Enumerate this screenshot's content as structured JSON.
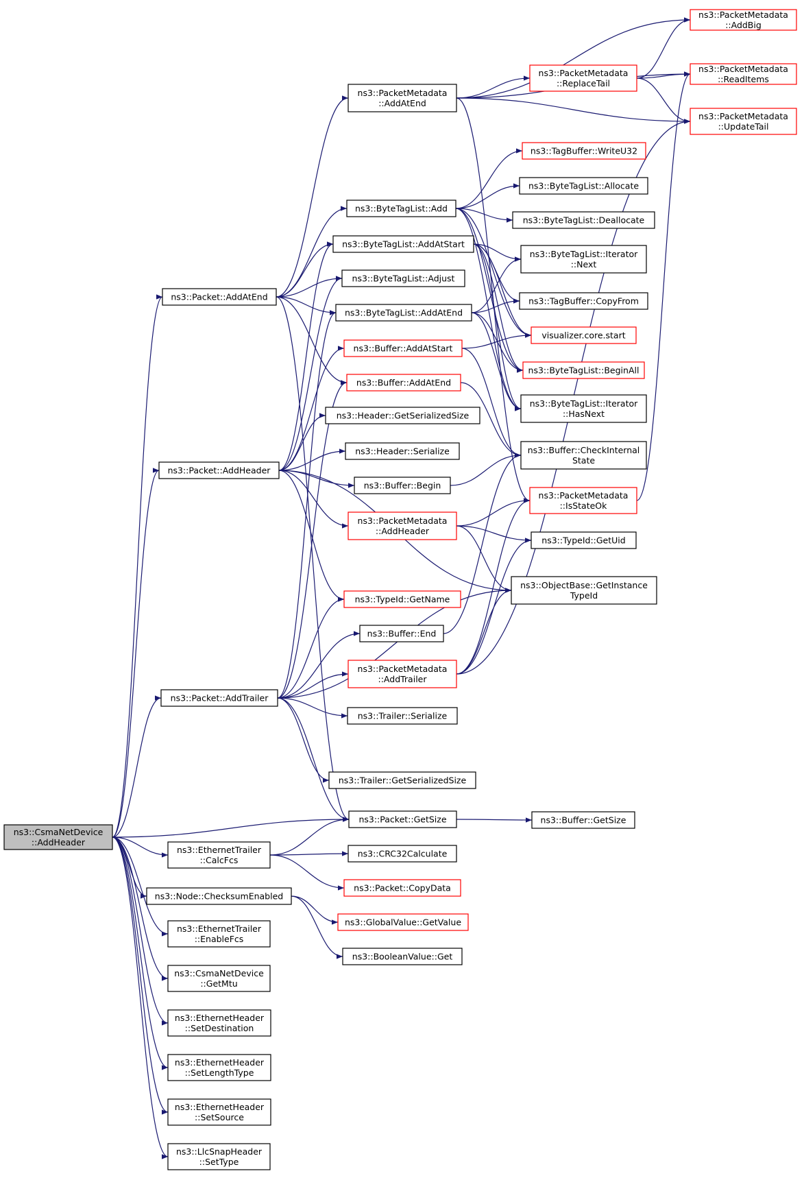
{
  "colors": {
    "edge": "#191970",
    "node_border": "#000000",
    "node_border_truncated": "#ff0000",
    "node_fill": "#ffffff",
    "root_fill": "#bfbfbf"
  },
  "nodes": [
    {
      "id": "root",
      "lines": [
        "ns3::CsmaNetDevice",
        "::AddHeader"
      ],
      "kind": "root"
    },
    {
      "id": "pkt_addatend",
      "lines": [
        "ns3::Packet::AddAtEnd"
      ],
      "kind": "normal"
    },
    {
      "id": "pkt_addheader",
      "lines": [
        "ns3::Packet::AddHeader"
      ],
      "kind": "normal"
    },
    {
      "id": "pkt_addtrailer",
      "lines": [
        "ns3::Packet::AddTrailer"
      ],
      "kind": "normal"
    },
    {
      "id": "pkt_getsize",
      "lines": [
        "ns3::Packet::GetSize"
      ],
      "kind": "normal"
    },
    {
      "id": "eth_calcfcs",
      "lines": [
        "ns3::EthernetTrailer",
        "::CalcFcs"
      ],
      "kind": "normal"
    },
    {
      "id": "node_checksum",
      "lines": [
        "ns3::Node::ChecksumEnabled"
      ],
      "kind": "normal"
    },
    {
      "id": "eth_enablefcs",
      "lines": [
        "ns3::EthernetTrailer",
        "::EnableFcs"
      ],
      "kind": "normal"
    },
    {
      "id": "csma_getmtu",
      "lines": [
        "ns3::CsmaNetDevice",
        "::GetMtu"
      ],
      "kind": "normal"
    },
    {
      "id": "eh_setdest",
      "lines": [
        "ns3::EthernetHeader",
        "::SetDestination"
      ],
      "kind": "normal"
    },
    {
      "id": "eh_setlen",
      "lines": [
        "ns3::EthernetHeader",
        "::SetLengthType"
      ],
      "kind": "normal"
    },
    {
      "id": "eh_setsrc",
      "lines": [
        "ns3::EthernetHeader",
        "::SetSource"
      ],
      "kind": "normal"
    },
    {
      "id": "llc_settype",
      "lines": [
        "ns3::LlcSnapHeader",
        "::SetType"
      ],
      "kind": "normal"
    },
    {
      "id": "pm_addatend",
      "lines": [
        "ns3::PacketMetadata",
        "::AddAtEnd"
      ],
      "kind": "normal"
    },
    {
      "id": "btl_add",
      "lines": [
        "ns3::ByteTagList::Add"
      ],
      "kind": "normal"
    },
    {
      "id": "btl_addatstart",
      "lines": [
        "ns3::ByteTagList::AddAtStart"
      ],
      "kind": "normal"
    },
    {
      "id": "btl_adjust",
      "lines": [
        "ns3::ByteTagList::Adjust"
      ],
      "kind": "normal"
    },
    {
      "id": "btl_addatend",
      "lines": [
        "ns3::ByteTagList::AddAtEnd"
      ],
      "kind": "normal"
    },
    {
      "id": "buf_addatstart",
      "lines": [
        "ns3::Buffer::AddAtStart"
      ],
      "kind": "truncated"
    },
    {
      "id": "buf_addatend",
      "lines": [
        "ns3::Buffer::AddAtEnd"
      ],
      "kind": "truncated"
    },
    {
      "id": "hdr_getser",
      "lines": [
        "ns3::Header::GetSerializedSize"
      ],
      "kind": "normal"
    },
    {
      "id": "hdr_ser",
      "lines": [
        "ns3::Header::Serialize"
      ],
      "kind": "normal"
    },
    {
      "id": "buf_begin",
      "lines": [
        "ns3::Buffer::Begin"
      ],
      "kind": "normal"
    },
    {
      "id": "pm_addheader",
      "lines": [
        "ns3::PacketMetadata",
        "::AddHeader"
      ],
      "kind": "truncated"
    },
    {
      "id": "typeid_getname",
      "lines": [
        "ns3::TypeId::GetName"
      ],
      "kind": "truncated"
    },
    {
      "id": "buf_end",
      "lines": [
        "ns3::Buffer::End"
      ],
      "kind": "normal"
    },
    {
      "id": "pm_addtrailer",
      "lines": [
        "ns3::PacketMetadata",
        "::AddTrailer"
      ],
      "kind": "truncated"
    },
    {
      "id": "tr_ser",
      "lines": [
        "ns3::Trailer::Serialize"
      ],
      "kind": "normal"
    },
    {
      "id": "tr_getser",
      "lines": [
        "ns3::Trailer::GetSerializedSize"
      ],
      "kind": "normal"
    },
    {
      "id": "crc32",
      "lines": [
        "ns3::CRC32Calculate"
      ],
      "kind": "normal"
    },
    {
      "id": "pkt_copydata",
      "lines": [
        "ns3::Packet::CopyData"
      ],
      "kind": "truncated"
    },
    {
      "id": "gv_getvalue",
      "lines": [
        "ns3::GlobalValue::GetValue"
      ],
      "kind": "truncated"
    },
    {
      "id": "bool_get",
      "lines": [
        "ns3::BooleanValue::Get"
      ],
      "kind": "normal"
    },
    {
      "id": "pm_addbig",
      "lines": [
        "ns3::PacketMetadata",
        "::AddBig"
      ],
      "kind": "truncated"
    },
    {
      "id": "pm_readitems",
      "lines": [
        "ns3::PacketMetadata",
        "::ReadItems"
      ],
      "kind": "truncated"
    },
    {
      "id": "pm_replacetail",
      "lines": [
        "ns3::PacketMetadata",
        "::ReplaceTail"
      ],
      "kind": "truncated"
    },
    {
      "id": "pm_updatetail",
      "lines": [
        "ns3::PacketMetadata",
        "::UpdateTail"
      ],
      "kind": "truncated"
    },
    {
      "id": "tb_writeu32",
      "lines": [
        "ns3::TagBuffer::WriteU32"
      ],
      "kind": "truncated"
    },
    {
      "id": "btl_allocate",
      "lines": [
        "ns3::ByteTagList::Allocate"
      ],
      "kind": "normal"
    },
    {
      "id": "btl_deallocate",
      "lines": [
        "ns3::ByteTagList::Deallocate"
      ],
      "kind": "normal"
    },
    {
      "id": "btl_it_next",
      "lines": [
        "ns3::ByteTagList::Iterator",
        "::Next"
      ],
      "kind": "normal"
    },
    {
      "id": "tb_copyfrom",
      "lines": [
        "ns3::TagBuffer::CopyFrom"
      ],
      "kind": "normal"
    },
    {
      "id": "viz_start",
      "lines": [
        "visualizer.core.start"
      ],
      "kind": "truncated"
    },
    {
      "id": "btl_beginall",
      "lines": [
        "ns3::ByteTagList::BeginAll"
      ],
      "kind": "truncated"
    },
    {
      "id": "btl_it_hasnext",
      "lines": [
        "ns3::ByteTagList::Iterator",
        "::HasNext"
      ],
      "kind": "normal"
    },
    {
      "id": "buf_checkint",
      "lines": [
        "ns3::Buffer::CheckInternal",
        "State"
      ],
      "kind": "normal"
    },
    {
      "id": "pm_isstateok",
      "lines": [
        "ns3::PacketMetadata",
        "::IsStateOk"
      ],
      "kind": "truncated"
    },
    {
      "id": "typeid_getuid",
      "lines": [
        "ns3::TypeId::GetUid"
      ],
      "kind": "normal"
    },
    {
      "id": "ob_getinst",
      "lines": [
        "ns3::ObjectBase::GetInstance",
        "TypeId"
      ],
      "kind": "normal"
    },
    {
      "id": "buf_getsize",
      "lines": [
        "ns3::Buffer::GetSize"
      ],
      "kind": "normal"
    }
  ],
  "edges": [
    [
      "root",
      "pkt_addatend"
    ],
    [
      "root",
      "pkt_addheader"
    ],
    [
      "root",
      "pkt_addtrailer"
    ],
    [
      "root",
      "pkt_getsize"
    ],
    [
      "root",
      "eth_calcfcs"
    ],
    [
      "root",
      "node_checksum"
    ],
    [
      "root",
      "eth_enablefcs"
    ],
    [
      "root",
      "csma_getmtu"
    ],
    [
      "root",
      "eh_setdest"
    ],
    [
      "root",
      "eh_setlen"
    ],
    [
      "root",
      "eh_setsrc"
    ],
    [
      "root",
      "llc_settype"
    ],
    [
      "pkt_addatend",
      "pm_addatend"
    ],
    [
      "pkt_addatend",
      "btl_add"
    ],
    [
      "pkt_addatend",
      "btl_addatstart"
    ],
    [
      "pkt_addatend",
      "btl_adjust"
    ],
    [
      "pkt_addatend",
      "btl_addatend"
    ],
    [
      "pkt_addatend",
      "buf_addatend"
    ],
    [
      "pkt_addatend",
      "pkt_getsize"
    ],
    [
      "pkt_addheader",
      "btl_addatstart"
    ],
    [
      "pkt_addheader",
      "btl_adjust"
    ],
    [
      "pkt_addheader",
      "buf_addatstart"
    ],
    [
      "pkt_addheader",
      "hdr_getser"
    ],
    [
      "pkt_addheader",
      "hdr_ser"
    ],
    [
      "pkt_addheader",
      "buf_begin"
    ],
    [
      "pkt_addheader",
      "pm_addheader"
    ],
    [
      "pkt_addheader",
      "typeid_getname"
    ],
    [
      "pkt_addheader",
      "ob_getinst"
    ],
    [
      "pkt_addtrailer",
      "btl_addatend"
    ],
    [
      "pkt_addtrailer",
      "buf_addatend"
    ],
    [
      "pkt_addtrailer",
      "typeid_getname"
    ],
    [
      "pkt_addtrailer",
      "buf_end"
    ],
    [
      "pkt_addtrailer",
      "pm_addtrailer"
    ],
    [
      "pkt_addtrailer",
      "tr_ser"
    ],
    [
      "pkt_addtrailer",
      "tr_getser"
    ],
    [
      "pkt_addtrailer",
      "pkt_getsize"
    ],
    [
      "pkt_addtrailer",
      "ob_getinst"
    ],
    [
      "pkt_getsize",
      "buf_getsize"
    ],
    [
      "eth_calcfcs",
      "pkt_getsize"
    ],
    [
      "eth_calcfcs",
      "crc32"
    ],
    [
      "eth_calcfcs",
      "pkt_copydata"
    ],
    [
      "node_checksum",
      "gv_getvalue"
    ],
    [
      "node_checksum",
      "bool_get"
    ],
    [
      "pm_addatend",
      "pm_addbig"
    ],
    [
      "pm_addatend",
      "pm_readitems"
    ],
    [
      "pm_addatend",
      "pm_replacetail"
    ],
    [
      "pm_addatend",
      "pm_updatetail"
    ],
    [
      "pm_addatend",
      "pm_isstateok"
    ],
    [
      "pm_replacetail",
      "pm_addbig"
    ],
    [
      "pm_replacetail",
      "pm_readitems"
    ],
    [
      "pm_replacetail",
      "pm_updatetail"
    ],
    [
      "btl_add",
      "tb_writeu32"
    ],
    [
      "btl_add",
      "btl_allocate"
    ],
    [
      "btl_add",
      "btl_deallocate"
    ],
    [
      "btl_add",
      "viz_start"
    ],
    [
      "btl_add",
      "btl_beginall"
    ],
    [
      "btl_add",
      "btl_it_hasnext"
    ],
    [
      "btl_addatstart",
      "btl_it_next"
    ],
    [
      "btl_addatstart",
      "tb_copyfrom"
    ],
    [
      "btl_addatstart",
      "viz_start"
    ],
    [
      "btl_addatstart",
      "btl_beginall"
    ],
    [
      "btl_addatstart",
      "btl_it_hasnext"
    ],
    [
      "btl_addatend",
      "btl_it_next"
    ],
    [
      "btl_addatend",
      "tb_copyfrom"
    ],
    [
      "btl_addatend",
      "btl_beginall"
    ],
    [
      "btl_addatend",
      "btl_it_hasnext"
    ],
    [
      "buf_addatstart",
      "viz_start"
    ],
    [
      "buf_addatstart",
      "buf_checkint"
    ],
    [
      "buf_addatend",
      "buf_checkint"
    ],
    [
      "buf_begin",
      "buf_checkint"
    ],
    [
      "buf_end",
      "buf_checkint"
    ],
    [
      "pm_addheader",
      "pm_isstateok"
    ],
    [
      "pm_addheader",
      "typeid_getuid"
    ],
    [
      "pm_addheader",
      "ob_getinst"
    ],
    [
      "pm_addtrailer",
      "pm_isstateok"
    ],
    [
      "pm_addtrailer",
      "typeid_getuid"
    ],
    [
      "pm_addtrailer",
      "ob_getinst"
    ],
    [
      "pm_addtrailer",
      "pm_updatetail"
    ],
    [
      "pm_isstateok",
      "pm_readitems"
    ]
  ]
}
